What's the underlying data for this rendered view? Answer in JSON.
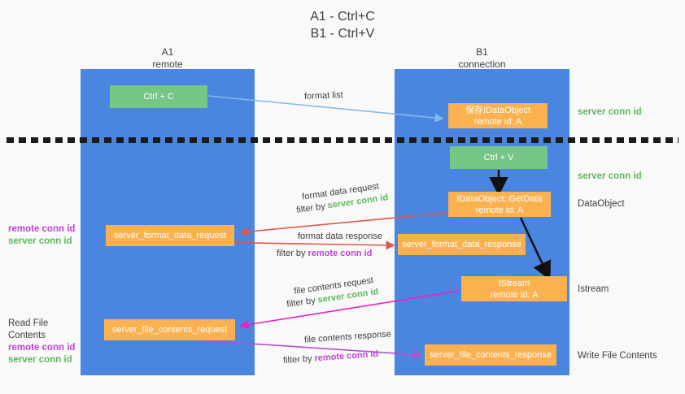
{
  "title": {
    "line1": "A1 - Ctrl+C",
    "line2": "B1 - Ctrl+V"
  },
  "columns": [
    {
      "id": "a1",
      "name": "A1",
      "subtitle": "remote"
    },
    {
      "id": "b1",
      "name": "B1",
      "subtitle": "connection"
    }
  ],
  "nodes": {
    "ctrl_c": {
      "line1": "Ctrl + C",
      "line2": "",
      "color": "#76c687"
    },
    "save_idataobject": {
      "line1": "保存IDataObject",
      "line2": "remote id: A",
      "color": "#fbb150"
    },
    "ctrl_v": {
      "line1": "Ctrl + V",
      "line2": "",
      "color": "#76c687"
    },
    "getdata": {
      "line1": "IDataObject::GetData",
      "line2": "remote id: A",
      "color": "#fbb150"
    },
    "server_format_data_request": {
      "line1": "server_format_data_request",
      "line2": "",
      "color": "#fbb150"
    },
    "server_format_data_response": {
      "line1": "server_format_data_response",
      "line2": "",
      "color": "#fbb150"
    },
    "istream": {
      "line1": "IStream",
      "line2": "remote id: A",
      "color": "#fbb150"
    },
    "server_file_contents_request": {
      "line1": "server_file_contents_request",
      "line2": "",
      "color": "#fbb150"
    },
    "server_file_contents_response": {
      "line1": "server_file_contents_response",
      "line2": "",
      "color": "#fbb150"
    }
  },
  "edge_labels": {
    "format_list": "format list",
    "format_data_request": "format data request",
    "format_data_request_filter_prefix": "filter by ",
    "format_data_request_filter_value": "server conn id",
    "format_data_response": "format data response",
    "format_data_response_filter_prefix": "filter by ",
    "format_data_response_filter_value": "remote conn id",
    "file_contents_request": "file contents request",
    "file_contents_request_filter_prefix": "filter by ",
    "file_contents_request_filter_value": "server conn id",
    "file_contents_response": "file contents response",
    "file_contents_response_filter_prefix": "filter by ",
    "file_contents_response_filter_value": "remote conn id"
  },
  "annotations": {
    "right": [
      {
        "id": "server-conn-id-top",
        "text": "server conn id",
        "color": "#5cb85c"
      },
      {
        "id": "server-conn-id-mid",
        "text": "server conn id",
        "color": "#5cb85c"
      },
      {
        "id": "dataobject",
        "text": "DataObject",
        "color": "#3c4043"
      },
      {
        "id": "istream",
        "text": "Istream",
        "color": "#3c4043"
      },
      {
        "id": "write-file-contents",
        "text": "Write File Contents",
        "color": "#3c4043"
      }
    ],
    "left": {
      "block1": {
        "remote": "remote conn id",
        "server": "server conn id"
      },
      "block2": {
        "heading": "Read File Contents",
        "remote": "remote conn id",
        "server": "server conn id"
      }
    }
  },
  "colors": {
    "lane": "#4a86e0",
    "green_node": "#76c687",
    "orange_node": "#fbb150",
    "blue_arrow": "#85b9e8",
    "red_arrow": "#e0564a",
    "magenta_arrow": "#f020c0",
    "purple_arrow": "#b04fd0",
    "black_arrow": "#111111",
    "green_text": "#5cb85c",
    "purple_text": "#c242d4",
    "background": "#f9f9f9"
  }
}
